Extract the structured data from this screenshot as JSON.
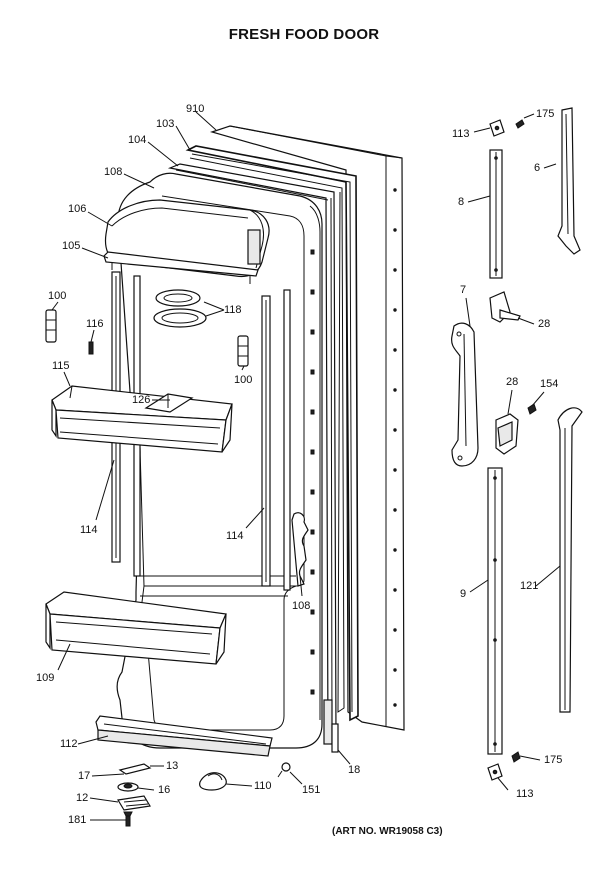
{
  "title": "FRESH FOOD DOOR",
  "art_number": "(ART NO. WR19058 C3)",
  "callouts": {
    "c910": "910",
    "c103": "103",
    "c104": "104",
    "c108a": "108",
    "c106": "106",
    "c105": "105",
    "c100a": "100",
    "c116": "116",
    "c118": "118",
    "c100b": "100",
    "c115": "115",
    "c126": "126",
    "c114a": "114",
    "c114b": "114",
    "c108b": "108",
    "c109": "109",
    "c112": "112",
    "c17": "17",
    "c13": "13",
    "c12": "12",
    "c16": "16",
    "c181": "181",
    "c110": "110",
    "c151": "151",
    "c18": "18",
    "c113a": "113",
    "c175a": "175",
    "c6": "6",
    "c8": "8",
    "c7": "7",
    "c28a": "28",
    "c28b": "28",
    "c154": "154",
    "c9": "9",
    "c121": "121",
    "c175b": "175",
    "c113b": "113"
  }
}
